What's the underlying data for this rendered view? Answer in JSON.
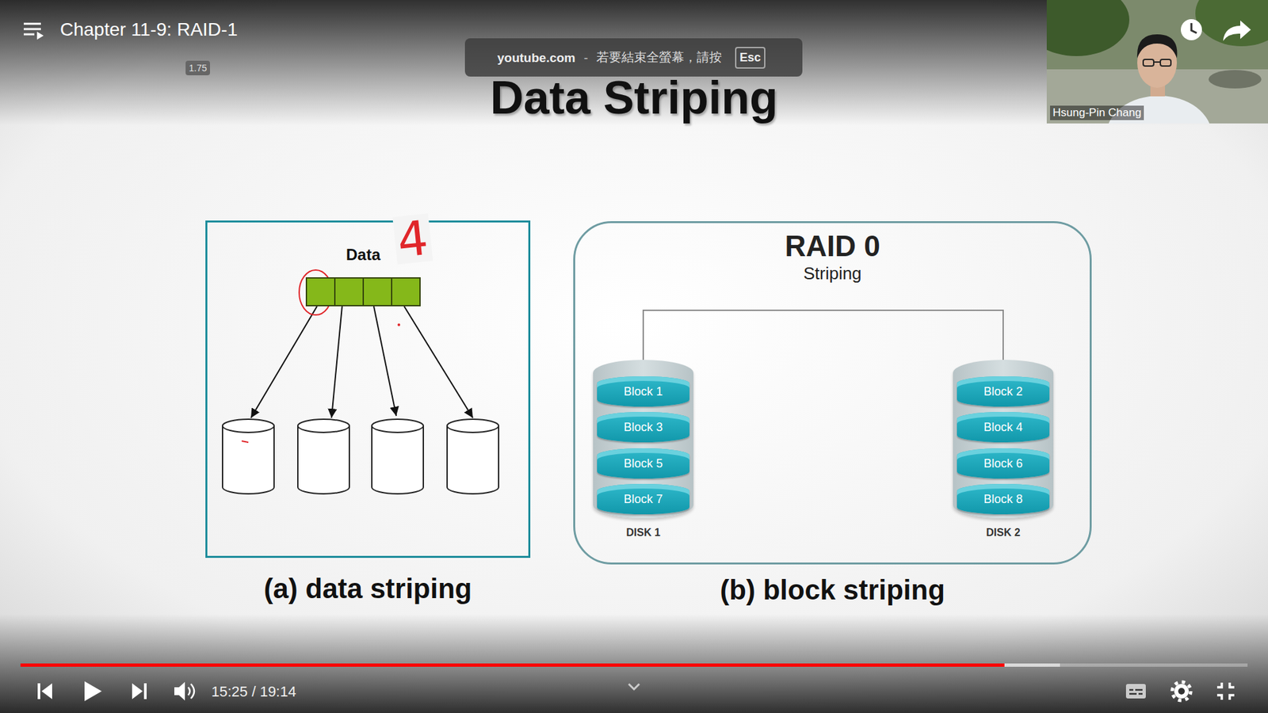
{
  "diagram": {
    "title": "Data Striping",
    "nodes": [
      {
        "text": [
          "(a) data striping"
        ]
      },
      {
        "text": [
          "Data"
        ],
        "in": 0
      },
      {
        "text": [
          "RAID 0",
          "Striping",
          "(b) block striping"
        ]
      },
      {
        "text": [
          "DISK 1"
        ],
        "in": 2
      },
      {
        "text": [
          "Block 1"
        ],
        "in": 3
      },
      {
        "text": [
          "Block 3"
        ],
        "in": 3
      },
      {
        "text": [
          "Block 5"
        ],
        "in": 3
      },
      {
        "text": [
          "Block 7"
        ],
        "in": 3
      },
      {
        "text": [
          "DISK 2"
        ],
        "in": 2
      },
      {
        "text": [
          "Block 2"
        ],
        "in": 8
      },
      {
        "text": [
          "Block 4"
        ],
        "in": 8
      },
      {
        "text": [
          "Block 6"
        ],
        "in": 8
      },
      {
        "text": [
          "Block 8"
        ],
        "in": 8
      }
    ],
    "edges": [
      {
        "from": 3,
        "to": 8,
        "arrow": "none"
      }
    ],
    "labels": [
      "Chapter 11-9: RAID-1",
      "1.75",
      "youtube.com",
      "-",
      "若要結束全螢幕，請按",
      "Esc",
      "Hsung-Pin Chang",
      "4",
      "15:25 / 19:14"
    ]
  }
}
